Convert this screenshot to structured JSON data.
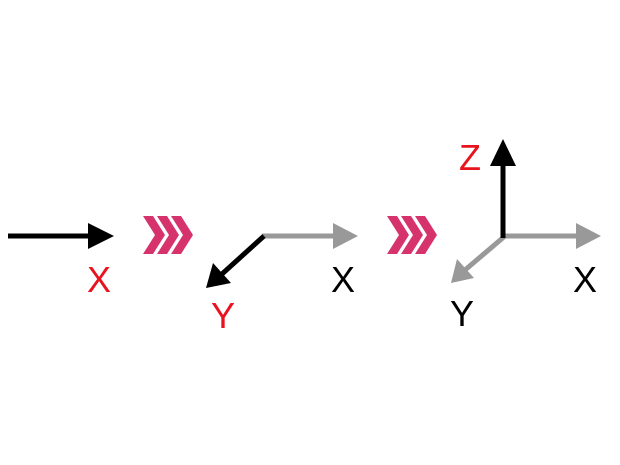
{
  "colors": {
    "primary_axis": "#000000",
    "previous_axis": "#999999",
    "highlight_label": "#e8131f",
    "normal_label": "#000000",
    "step_chevron": "#d6336c"
  },
  "steps": [
    {
      "axes": [
        {
          "label": "X",
          "highlighted": true
        }
      ]
    },
    {
      "axes": [
        {
          "label": "X",
          "highlighted": false
        },
        {
          "label": "Y",
          "highlighted": true
        }
      ]
    },
    {
      "axes": [
        {
          "label": "X",
          "highlighted": false
        },
        {
          "label": "Y",
          "highlighted": false
        },
        {
          "label": "Z",
          "highlighted": true
        }
      ]
    }
  ],
  "transitions": [
    {
      "icon": "chevron-triple-right-icon"
    },
    {
      "icon": "chevron-triple-right-icon"
    }
  ]
}
